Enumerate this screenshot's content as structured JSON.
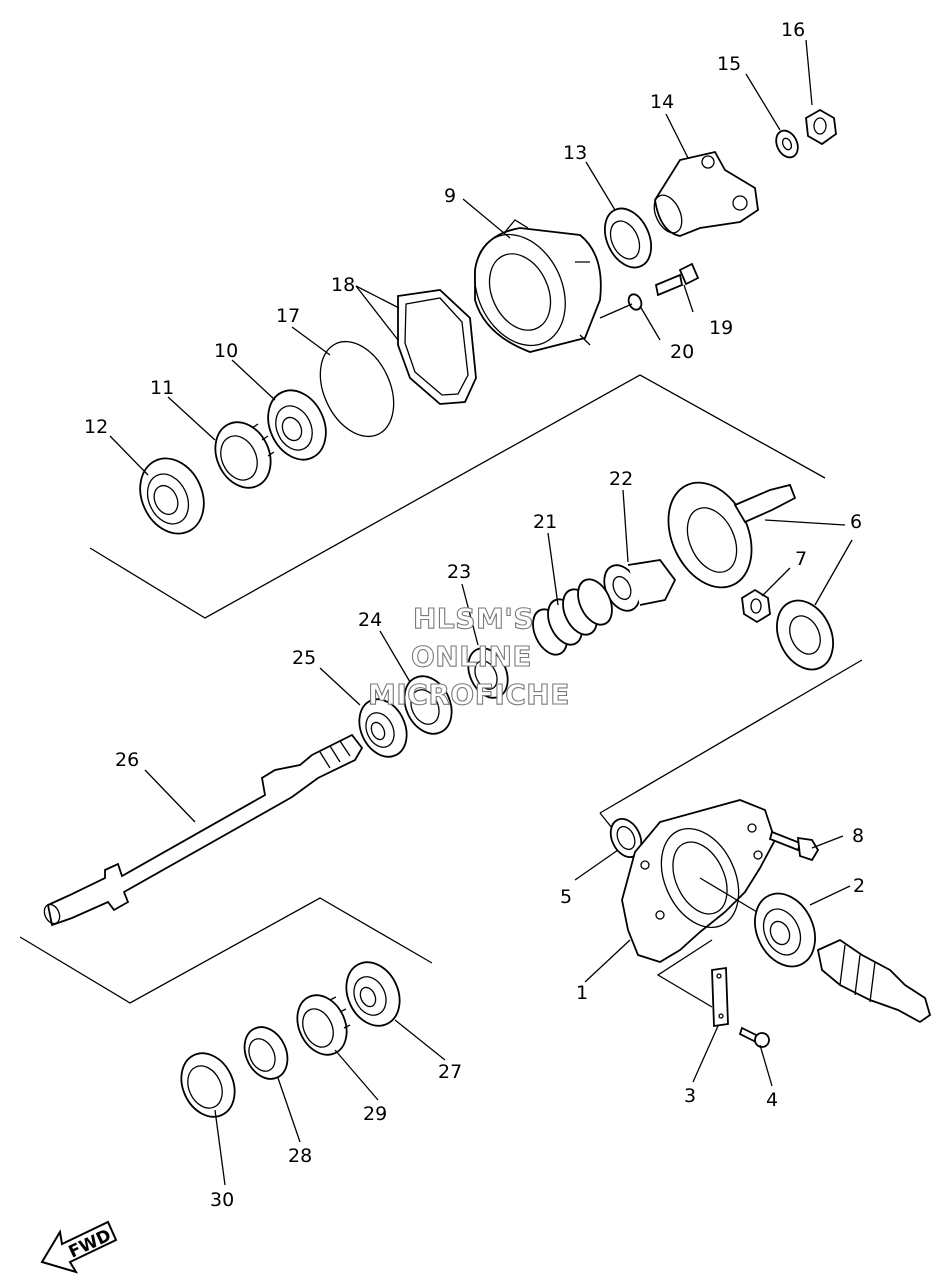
{
  "diagram": {
    "part_numbers": [
      "1",
      "2",
      "3",
      "4",
      "5",
      "6",
      "7",
      "8",
      "9",
      "10",
      "11",
      "12",
      "13",
      "14",
      "15",
      "16",
      "17",
      "18",
      "19",
      "20",
      "21",
      "22",
      "23",
      "24",
      "25",
      "26",
      "27",
      "28",
      "29",
      "30"
    ],
    "watermark": {
      "line1": "HLSM'S",
      "line2": "ONLINE",
      "line3": "MICROFICHE"
    },
    "direction_label": "FWD"
  }
}
